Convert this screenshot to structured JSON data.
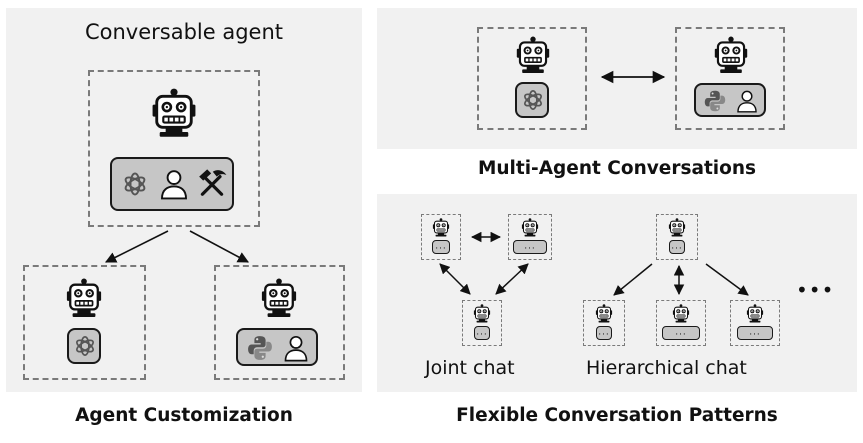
{
  "panels": {
    "customization": {
      "title": "Conversable agent",
      "caption": "Agent Customization",
      "main_agent": {
        "icons": [
          "robot-icon",
          "openai-logo-icon",
          "person-icon",
          "hammer-pick-tools-icon"
        ]
      },
      "left_agent": {
        "icons": [
          "robot-icon",
          "openai-logo-icon"
        ]
      },
      "right_agent": {
        "icons": [
          "robot-icon",
          "python-logo-icon",
          "person-icon"
        ]
      }
    },
    "multi_agent": {
      "caption": "Multi-Agent Conversations",
      "left_agent": {
        "icons": [
          "robot-icon",
          "openai-logo-icon"
        ]
      },
      "right_agent": {
        "icons": [
          "robot-icon",
          "python-logo-icon",
          "person-icon"
        ]
      }
    },
    "patterns": {
      "caption": "Flexible Conversation Patterns",
      "joint_label": "Joint chat",
      "hierarchical_label": "Hierarchical chat",
      "ellipsis": "•••",
      "pill_text": "..."
    }
  },
  "colors": {
    "panel_bg": "#f1f1f1",
    "dashed_border": "#7a7a7a",
    "pill_fill": "#c6c6c6",
    "ink": "#111111"
  }
}
